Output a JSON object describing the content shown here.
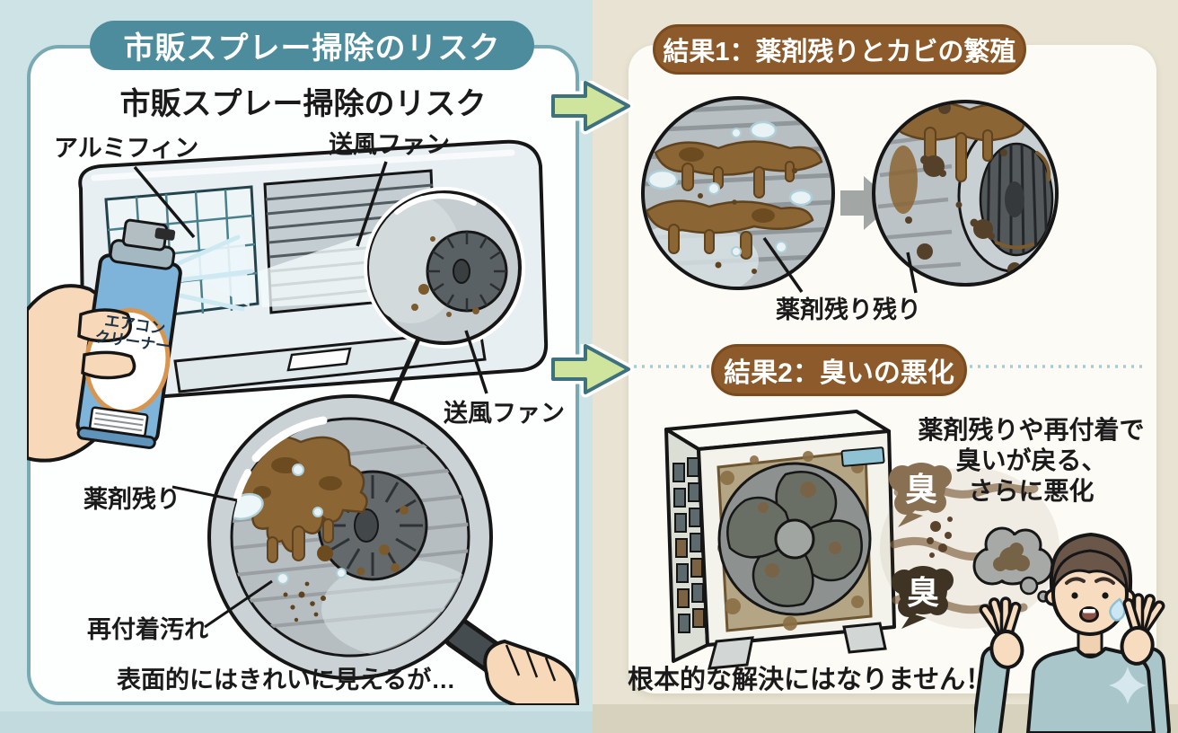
{
  "left": {
    "badge": "市販スプレー掃除のリスク",
    "title": "市販スプレー掃除のリスク",
    "label_alumi_fin": "アルミフィン",
    "label_fan_top": "送風ファン",
    "label_fan_side": "送風ファン",
    "label_chem_residue": "薬剤残り",
    "label_readhered_dirt": "再付着汚れ",
    "can_line1": "エアコン",
    "can_line2": "クリーナー",
    "caption": "表面的にはきれいに見えるが…"
  },
  "right": {
    "result1_badge": "結果1：薬剤残りとカビの繁殖",
    "result1_label": "薬剤残り残り",
    "result2_badge": "結果2：臭いの悪化",
    "smell_bubble_1": "臭",
    "smell_bubble_2": "臭",
    "desc_line1": "薬剤残りや再付着で",
    "desc_line2": "臭いが戻る、",
    "desc_line3": "さらに悪化",
    "conclusion": "根本的な解決にはなりません！"
  },
  "icons": {
    "arrow_right_1": "flow-arrow-right",
    "arrow_right_2": "flow-arrow-right",
    "arrow_between_circles": "gray-arrow-right"
  },
  "colors": {
    "left_background": "#cee3e5",
    "right_background": "#e8e3d2",
    "teal_badge": "#4d8c9c",
    "brown_badge": "#8c5a2b",
    "panel_border": "#79aab4",
    "flow_arrow_green": "#cfe59d",
    "flow_arrow_outline": "#3e7180",
    "grime_brown": "#8b6534",
    "smell_bubble_light": "#8a7052",
    "smell_bubble_dark": "#3f3324",
    "spray_can_blue": "#7fb4da",
    "sweater_blue": "#a9c7cb"
  }
}
